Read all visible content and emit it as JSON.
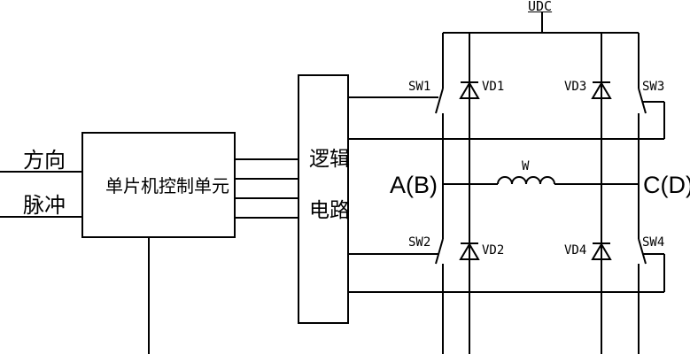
{
  "labels": {
    "udc": "UDC",
    "direction": "方向",
    "pulse": "脉冲",
    "mcu_unit": "单片机控制单元",
    "logic_line1": "逻辑",
    "logic_line2": "电路",
    "sw1": "SW1",
    "sw2": "SW2",
    "sw3": "SW3",
    "sw4": "SW4",
    "vd1": "VD1",
    "vd2": "VD2",
    "vd3": "VD3",
    "vd4": "VD4",
    "winding": "W",
    "terminal_left": "A(B)",
    "terminal_right": "C(D)"
  }
}
